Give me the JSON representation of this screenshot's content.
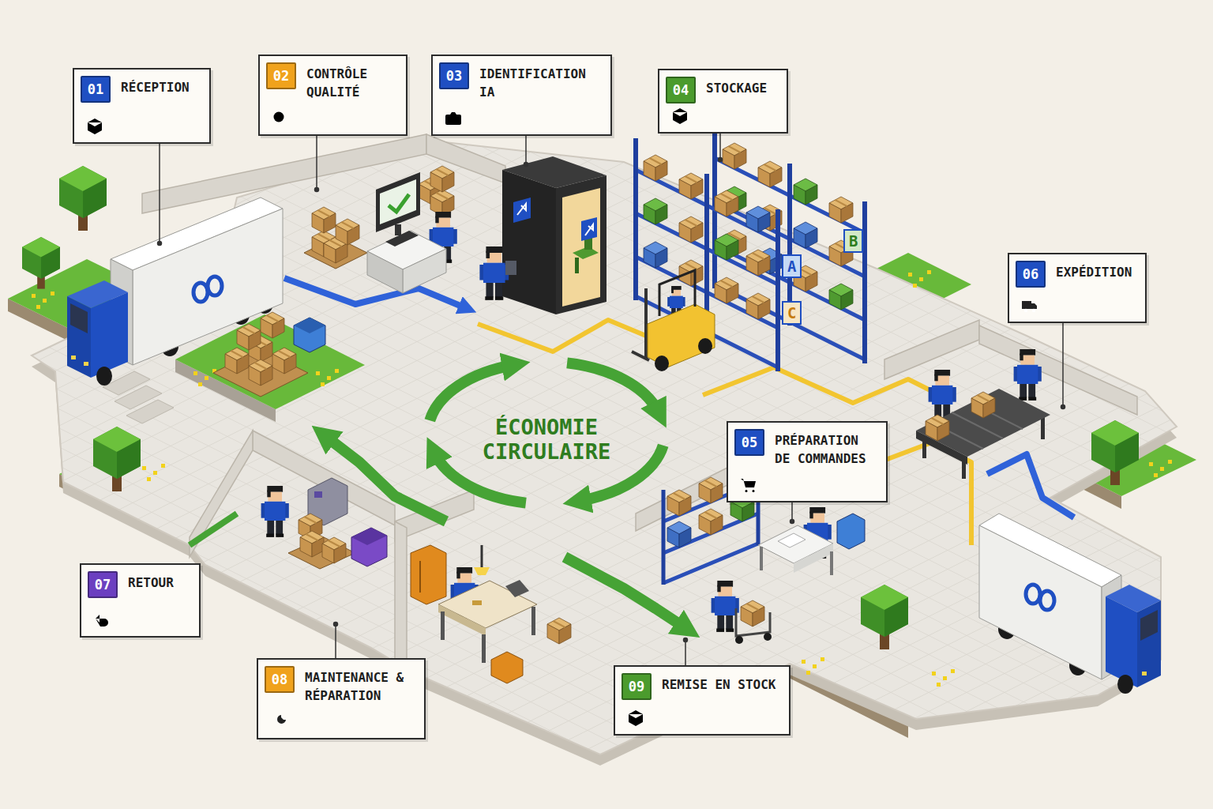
{
  "diagram": {
    "nodes": [
      {
        "text": [
          "RÉCEPTION"
        ]
      },
      {
        "text": [
          "01"
        ],
        "in": 0
      },
      {
        "text": [
          "CONTRÔLE QUALITÉ"
        ]
      },
      {
        "text": [
          "02"
        ],
        "in": 2
      },
      {
        "text": [
          "IDENTIFICATION IA"
        ]
      },
      {
        "text": [
          "03"
        ],
        "in": 4
      },
      {
        "text": [
          "STOCKAGE"
        ]
      },
      {
        "text": [
          "04"
        ],
        "in": 6
      },
      {
        "text": [
          "PRÉPARATION DE COMMANDES"
        ]
      },
      {
        "text": [
          "05"
        ],
        "in": 8
      },
      {
        "text": [
          "EXPÉDITION"
        ]
      },
      {
        "text": [
          "06"
        ],
        "in": 10
      },
      {
        "text": [
          "RETOUR"
        ]
      },
      {
        "text": [
          "07"
        ],
        "in": 12
      },
      {
        "text": [
          "MAINTENANCE & RÉPARATION"
        ]
      },
      {
        "text": [
          "08"
        ],
        "in": 14
      },
      {
        "text": [
          "REMISE EN STOCK"
        ]
      },
      {
        "text": [
          "09"
        ],
        "in": 16
      }
    ],
    "labels": [
      "ÉCONOMIE CIRCULAIRE",
      "A",
      "B",
      "C"
    ]
  }
}
